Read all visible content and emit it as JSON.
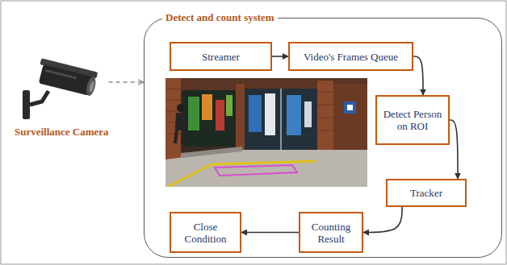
{
  "diagram": {
    "nodes": [
      {
        "text": [
          "Surveillance Camera"
        ]
      },
      {
        "text": [
          "Detect and count system"
        ]
      },
      {
        "text": [
          "Streamer"
        ],
        "in": 1
      },
      {
        "text": [
          "Video's Frames Queue"
        ],
        "in": 1
      },
      {
        "text": [
          "Detect Person on ROI"
        ],
        "in": 1
      },
      {
        "text": [
          "Tracker"
        ],
        "in": 1
      },
      {
        "text": [
          "Counting Result"
        ],
        "in": 1
      },
      {
        "text": [
          "Close Condition"
        ],
        "in": 1
      }
    ],
    "edges": [
      {
        "from": 0,
        "to": 1,
        "arrow": "to"
      },
      {
        "from": 2,
        "to": 3,
        "arrow": "to"
      },
      {
        "from": 3,
        "to": 4,
        "arrow": "to"
      },
      {
        "from": 4,
        "to": 5,
        "arrow": "to"
      },
      {
        "from": 5,
        "to": 6,
        "arrow": "to"
      },
      {
        "from": 6,
        "to": 7,
        "arrow": "to"
      }
    ]
  }
}
